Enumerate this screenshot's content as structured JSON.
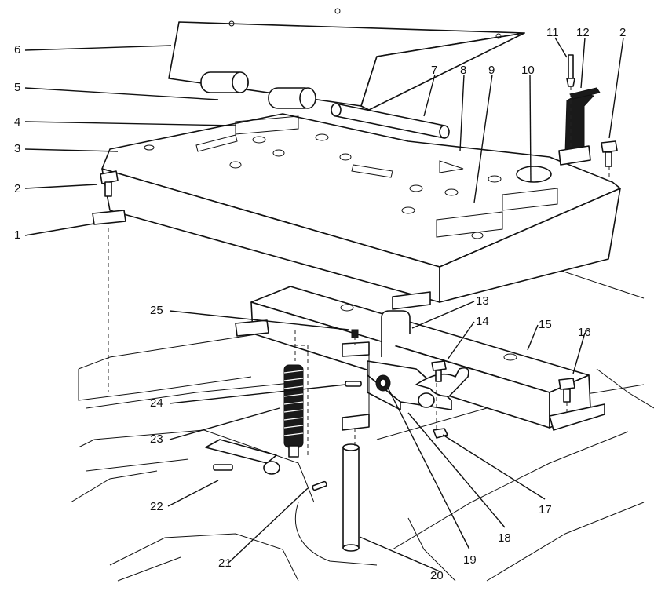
{
  "callouts": [
    "1",
    "2",
    "3",
    "4",
    "5",
    "6",
    "7",
    "8",
    "9",
    "10",
    "11",
    "12",
    "2",
    "13",
    "14",
    "15",
    "16",
    "17",
    "18",
    "19",
    "20",
    "21",
    "22",
    "23",
    "24",
    "25"
  ]
}
